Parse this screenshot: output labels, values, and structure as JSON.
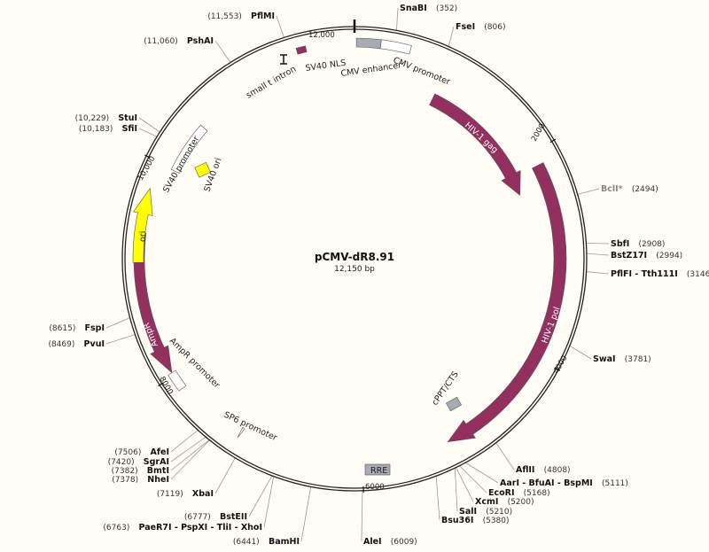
{
  "plasmid": {
    "name": "pCMV-dR8.91",
    "size": "12,150 bp"
  },
  "total_bp": 12150,
  "colors": {
    "backbone": "#222222",
    "hiv": "#93305f",
    "ori": "#ffff00",
    "gray_feature": "#a7abb3",
    "background": "#fffdf6"
  },
  "ticks": [
    "12,000",
    "2000",
    "4000",
    "6000",
    "8000",
    "10,000"
  ],
  "features": {
    "cmv_enhancer": "CMV enhancer",
    "cmv_promoter": "CMV promoter",
    "gag": "HIV-1 gag",
    "pol": "HIV-1 pol",
    "cppt": "cPPT/CTS",
    "rre": "RRE",
    "sp6": "SP6 promoter",
    "ampr_promoter": "AmpR promoter",
    "ampr": "AmpR",
    "ori": "ori",
    "sv40_promoter": "SV40 promoter",
    "sv40_ori": "SV40 ori",
    "small_t": "small t intron",
    "sv40_nls": "SV40 NLS"
  },
  "enzymes": [
    {
      "name": "SnaBI",
      "pos": "(352)",
      "bp": 352
    },
    {
      "name": "FseI",
      "pos": "(806)",
      "bp": 806
    },
    {
      "name": "BclI*",
      "pos": "(2494)",
      "bp": 2494,
      "blocked": true
    },
    {
      "name": "SbfI",
      "pos": "(2908)",
      "bp": 2908
    },
    {
      "name": "BstZ17I",
      "pos": "(2994)",
      "bp": 2994
    },
    {
      "name": "PflFI - Tth111I",
      "pos": "(3146)",
      "bp": 3146
    },
    {
      "name": "SwaI",
      "pos": "(3781)",
      "bp": 3781
    },
    {
      "name": "AflII",
      "pos": "(4808)",
      "bp": 4808
    },
    {
      "name": "AarI - BfuAI - BspMI",
      "pos": "(5111)",
      "bp": 5111
    },
    {
      "name": "EcoRI",
      "pos": "(5168)",
      "bp": 5168
    },
    {
      "name": "XcmI",
      "pos": "(5200)",
      "bp": 5200
    },
    {
      "name": "SalI",
      "pos": "(5210)",
      "bp": 5210
    },
    {
      "name": "Bsu36I",
      "pos": "(5380)",
      "bp": 5380
    },
    {
      "name": "AleI",
      "pos": "(6009)",
      "bp": 6009
    },
    {
      "name": "BamHI",
      "pos": "(6441)",
      "bp": 6441
    },
    {
      "name": "PaeR7I - PspXI - TliI - XhoI",
      "pos": "(6763)",
      "bp": 6763
    },
    {
      "name": "BstEII",
      "pos": "(6777)",
      "bp": 6777
    },
    {
      "name": "XbaI",
      "pos": "(7119)",
      "bp": 7119
    },
    {
      "name": "NheI",
      "pos": "(7378)",
      "bp": 7378
    },
    {
      "name": "BmtI",
      "pos": "(7382)",
      "bp": 7382
    },
    {
      "name": "SgrAI",
      "pos": "(7420)",
      "bp": 7420
    },
    {
      "name": "AfeI",
      "pos": "(7506)",
      "bp": 7506
    },
    {
      "name": "PvuI",
      "pos": "(8469)",
      "bp": 8469
    },
    {
      "name": "FspI",
      "pos": "(8615)",
      "bp": 8615
    },
    {
      "name": "SfiI",
      "pos": "(10,183)",
      "bp": 10183
    },
    {
      "name": "StuI",
      "pos": "(10,229)",
      "bp": 10229
    },
    {
      "name": "PshAI",
      "pos": "(11,060)",
      "bp": 11060
    },
    {
      "name": "PflMI",
      "pos": "(11,553)",
      "bp": 11553
    }
  ]
}
